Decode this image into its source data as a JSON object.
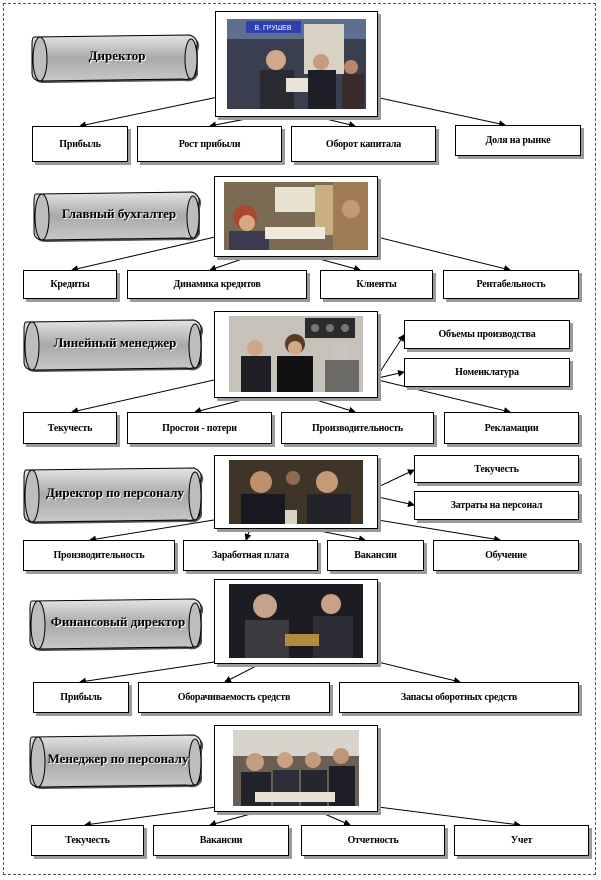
{
  "sections": [
    {
      "role": "Директор",
      "items": [
        "Прибыль",
        "Рост прибыли",
        "Оборот  капитала",
        "Доля на рынке"
      ],
      "photo_banner": "В. ГРУШЕВ"
    },
    {
      "role": "Главный бухгалтер",
      "items": [
        "Кредиты",
        "Динамика  кредитов",
        "Клиенты",
        "Рентабельность"
      ]
    },
    {
      "role": "Линейный менеджер",
      "side_items": [
        "Объемы производства",
        "Номенклатура"
      ],
      "items": [
        "Текучесть",
        "Простои  - потери",
        "Производительность",
        "Рекламации"
      ]
    },
    {
      "role": "Директор по персоналу",
      "side_items": [
        "Текучесть",
        "Затраты  на персонал"
      ],
      "items": [
        "Производительность",
        "Заработная  плата",
        "Вакансии",
        "Обучение"
      ]
    },
    {
      "role": "Финансовый директор",
      "items": [
        "Прибыль",
        "Оборачиваемость  средств",
        "Запасы  оборотных  средств"
      ]
    },
    {
      "role": "Менеджер по персоналу",
      "items": [
        "Текучесть",
        "Вакансии",
        "Отчетность",
        "Учет"
      ]
    }
  ]
}
